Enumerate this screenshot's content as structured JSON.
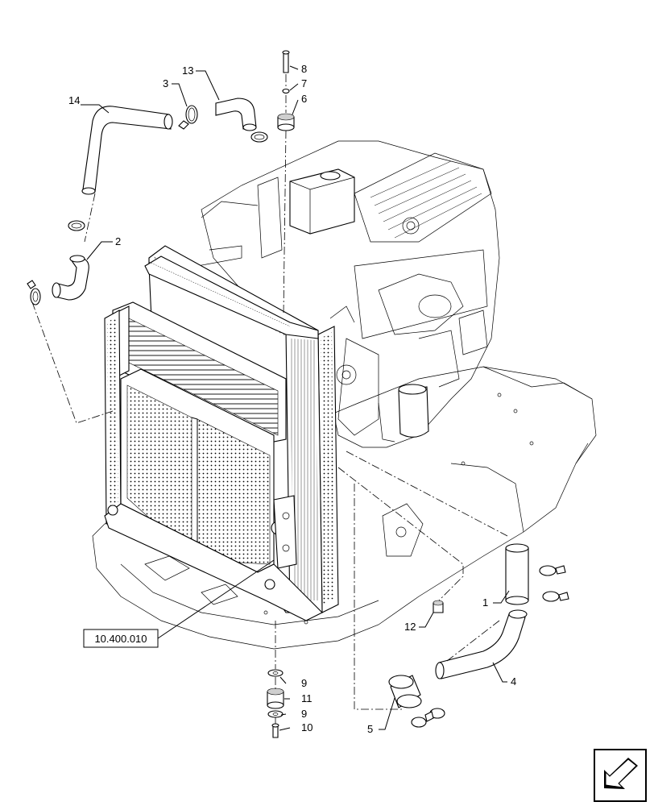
{
  "diagram": {
    "callouts": {
      "c1": "1",
      "c2": "2",
      "c3": "3",
      "c4": "4",
      "c5": "5",
      "c6": "6",
      "c7": "7",
      "c8": "8",
      "c9a": "9",
      "c9b": "9",
      "c10": "10",
      "c11": "11",
      "c12": "12",
      "c13": "13",
      "c14": "14"
    },
    "reference_box": "10.400.010"
  }
}
